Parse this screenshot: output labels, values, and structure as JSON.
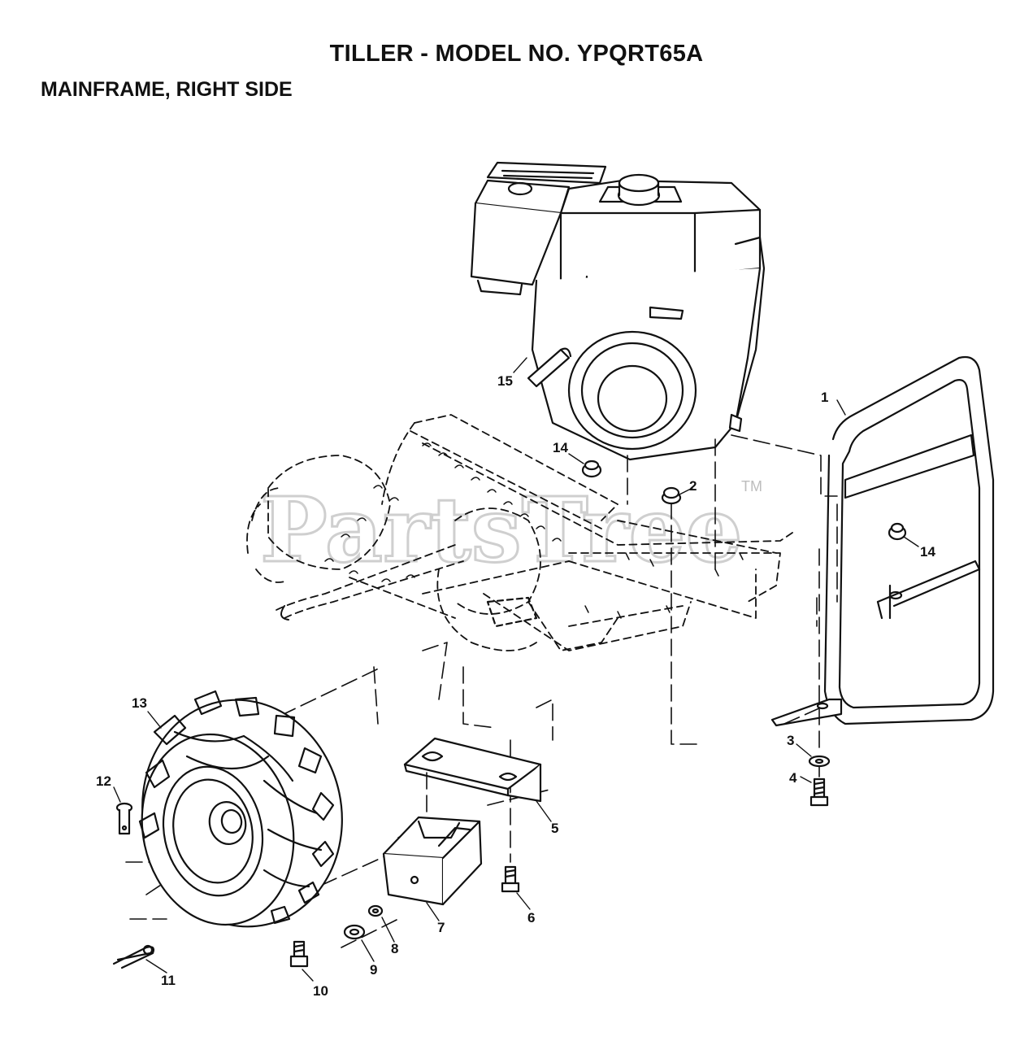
{
  "title": "TILLER - MODEL NO. YPQRT65A",
  "subtitle": "MAINFRAME, RIGHT SIDE",
  "watermark": {
    "text": "PartsTree",
    "tm": "TM"
  },
  "callouts": [
    "1",
    "2",
    "3",
    "4",
    "5",
    "6",
    "7",
    "8",
    "9",
    "10",
    "11",
    "12",
    "13",
    "14",
    "14",
    "15"
  ],
  "colors": {
    "ink": "#111111",
    "watermark": "#cfcfcf",
    "background": "#ffffff"
  }
}
